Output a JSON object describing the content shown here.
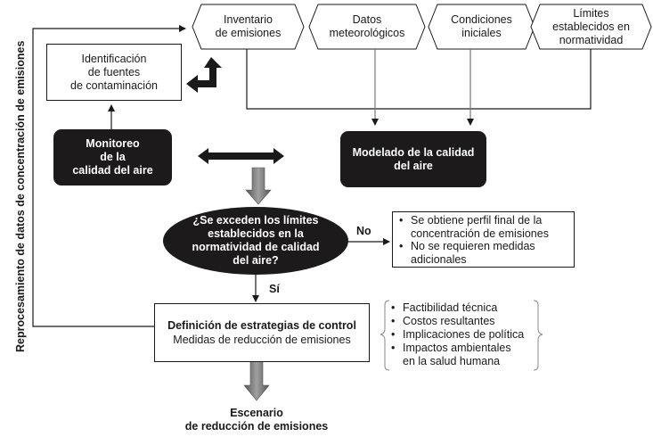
{
  "diagram": {
    "side_label": "Reprocesamiento de datos de concentración de emisiones",
    "inputs": [
      {
        "line1": "Inventario",
        "line2": "de emisiones"
      },
      {
        "line1": "Datos",
        "line2": "meteorológicos"
      },
      {
        "line1": "Condiciones",
        "line2": "iniciales"
      },
      {
        "line1": "Límites",
        "line2": "establecidos en",
        "line3": "normatividad"
      }
    ],
    "identification": {
      "line1": "Identificación",
      "line2": "de fuentes",
      "line3": "de contaminación"
    },
    "monitoring": {
      "line1": "Monitoreo",
      "line2": "de la",
      "line3": "calidad del aire"
    },
    "modeling": {
      "line1": "Modelado de la calidad",
      "line2": "del aire"
    },
    "decision": {
      "line1": "¿Se exceden los límites",
      "line2": "establecidos en la",
      "line3": "normatividad de calidad",
      "line4": "del aire?"
    },
    "no_label": "No",
    "yes_label": "Sí",
    "no_outcomes": [
      {
        "line1": "Se obtiene perfil final de la",
        "line2": "concentración de emisiones"
      },
      {
        "line1": "No se requieren medidas",
        "line2": "adicionales"
      }
    ],
    "control": {
      "title": "Definición de estrategias de control",
      "subtitle": "Medidas de reducción de emisiones"
    },
    "criteria": [
      {
        "line1": "Factibilidad técnica"
      },
      {
        "line1": "Costos resultantes"
      },
      {
        "line1": "Implicaciones de política"
      },
      {
        "line1": "Impactos ambientales",
        "line2": "en la salud humana"
      }
    ],
    "scenario": {
      "line1": "Escenario",
      "line2": "de reducción de emisiones"
    }
  }
}
